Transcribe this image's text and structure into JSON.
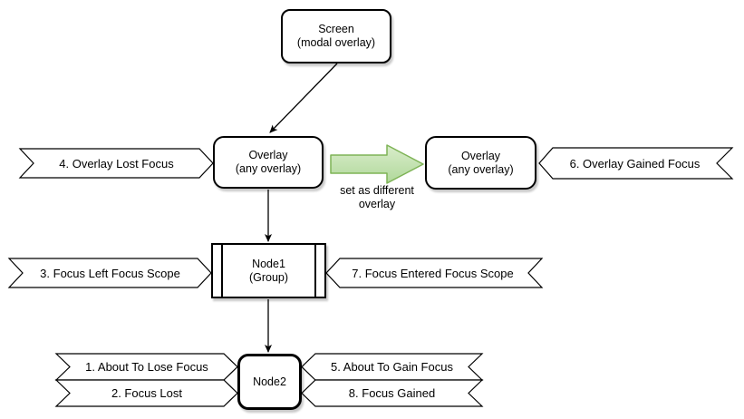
{
  "nodes": {
    "screen": {
      "label": "Screen",
      "sublabel": "(modal overlay)"
    },
    "overlay_source": {
      "label": "Overlay",
      "sublabel": "(any overlay)"
    },
    "overlay_target": {
      "label": "Overlay",
      "sublabel": "(any overlay)"
    },
    "node1": {
      "label": "Node1",
      "sublabel": "(Group)"
    },
    "node2": {
      "label": "Node2"
    }
  },
  "events": {
    "about_to_lose_focus": "1. About To Lose Focus",
    "focus_lost": "2. Focus Lost",
    "focus_left_focus_scope": "3. Focus Left Focus Scope",
    "overlay_lost_focus": "4. Overlay Lost Focus",
    "about_to_gain_focus": "5. About To Gain Focus",
    "overlay_gained_focus": "6. Overlay Gained Focus",
    "focus_entered_focus_scope": "7. Focus Entered Focus Scope",
    "focus_gained": "8. Focus Gained"
  },
  "edges": {
    "set_overlay_label": "set as different overlay"
  },
  "colors": {
    "green_arrow_fill_top": "#d9edcb",
    "green_arrow_fill_bottom": "#b0d89a",
    "green_arrow_stroke": "#7eb356",
    "line_color": "#000000",
    "background": "#ffffff"
  }
}
